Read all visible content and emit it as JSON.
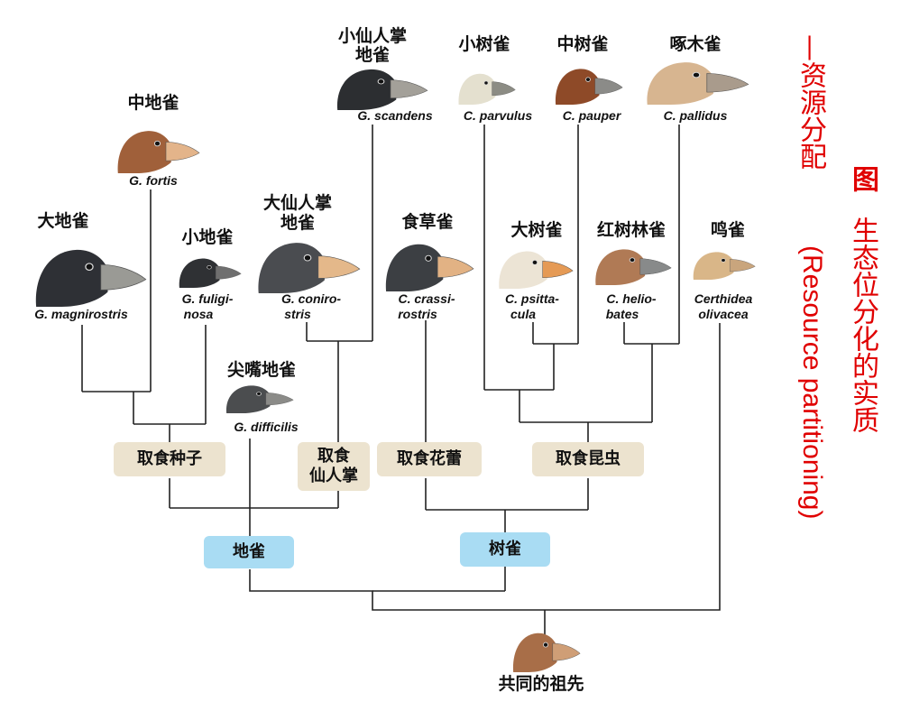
{
  "title": {
    "cn_line1": "图",
    "cn_line2": "生态位分化的实质",
    "cn_line3": "—资源分配",
    "en_text": "(Resource partitioning)"
  },
  "species": [
    {
      "id": "magnirostris",
      "cn": "大地雀",
      "sci": "G. magnirostris",
      "color": "#2e3035",
      "beak": "#9a9a95"
    },
    {
      "id": "fortis",
      "cn": "中地雀",
      "sci": "G. fortis",
      "color": "#a0603a",
      "beak": "#e3b48a"
    },
    {
      "id": "fuliginosa",
      "cn": "小地雀",
      "sci_1": "G. fuligi-",
      "sci_2": "nosa",
      "color": "#2f3134",
      "beak": "#6f6f6f"
    },
    {
      "id": "conirostris",
      "cn_1": "大仙人掌",
      "cn_2": "地雀",
      "sci_1": "G. coniro-",
      "sci_2": "stris",
      "color": "#4a4c50",
      "beak": "#e4b88a"
    },
    {
      "id": "scandens",
      "cn_1": "小仙人掌",
      "cn_2": "地雀",
      "sci": "G. scandens",
      "color": "#2c2e31",
      "beak": "#a3a099"
    },
    {
      "id": "difficilis",
      "cn": "尖嘴地雀",
      "sci": "G. difficilis",
      "color": "#4b4d4f",
      "beak": "#8b8b88"
    },
    {
      "id": "crassirostris",
      "cn": "食草雀",
      "sci_1": "C. crassi-",
      "sci_2": "rostris",
      "color": "#3c3f43",
      "beak": "#e2b284"
    },
    {
      "id": "parvulus",
      "cn": "小树雀",
      "sci": "C. parvulus",
      "color": "#e4e0cf",
      "beak": "#8c8c84"
    },
    {
      "id": "pauper",
      "cn": "中树雀",
      "sci": "C. pauper",
      "color": "#8e4a28",
      "beak": "#8b8b88"
    },
    {
      "id": "pallidus",
      "cn": "啄木雀",
      "sci": "C. pallidus",
      "color": "#d7b590",
      "beak": "#a99b8c"
    },
    {
      "id": "psittacula",
      "cn": "大树雀",
      "sci_1": "C. psitta-",
      "sci_2": "cula",
      "color": "#ece4d5",
      "beak": "#e59a55"
    },
    {
      "id": "heliobates",
      "cn": "红树林雀",
      "sci_1": "C. helio-",
      "sci_2": "bates",
      "color": "#b07a55",
      "beak": "#888a8a"
    },
    {
      "id": "olivacea",
      "cn": "鸣雀",
      "sci_1": "Certhidea",
      "sci_2": "olivacea",
      "color": "#d9b688",
      "beak": "#c9a57d"
    },
    {
      "id": "ancestor",
      "cn": "共同的祖先",
      "color": "#a86e48",
      "beak": "#cf9e76"
    }
  ],
  "groups": {
    "seeds": "取食种子",
    "cactus_1": "取食",
    "cactus_2": "仙人掌",
    "flowers": "取食花蕾",
    "insects": "取食昆虫",
    "ground": "地雀",
    "tree": "树雀"
  }
}
